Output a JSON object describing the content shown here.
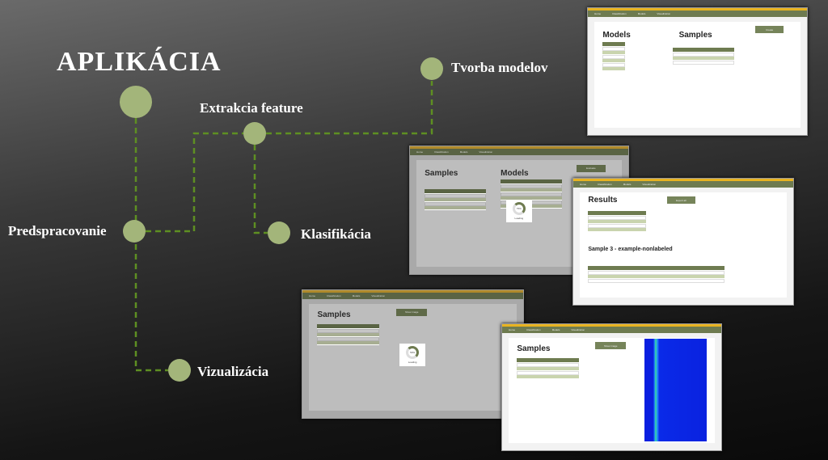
{
  "title": "APLIKÁCIA",
  "nodes": {
    "preprocessing": "Predspracovanie",
    "feature_extraction": "Extrakcia feature",
    "model_creation": "Tvorba modelov",
    "classification": "Klasifikácia",
    "visualization": "Vizualizácia"
  },
  "colors": {
    "node": "#a3b57a",
    "line": "#5e8f22",
    "appbar": "#6e7b50",
    "accent": "#e8b320"
  },
  "app_nav": [
    "Home",
    "Classification",
    "Models",
    "Visualization"
  ],
  "windows": [
    {
      "id": "w1",
      "headings": [
        "Models",
        "Samples"
      ],
      "button": "Create"
    },
    {
      "id": "w2",
      "headings": [
        "Samples",
        "Models"
      ],
      "button": "Evaluate",
      "spinner": "75%",
      "spinner_label": "Loading"
    },
    {
      "id": "w3",
      "headings": [
        "Results",
        "Sample 3 - example-nonlabeled"
      ],
      "button": "Export all"
    },
    {
      "id": "w4",
      "headings": [
        "Samples"
      ],
      "button": "Show image",
      "spinner": "50%",
      "spinner_label": "Loading"
    },
    {
      "id": "w5",
      "headings": [
        "Samples"
      ],
      "button": "Show image"
    }
  ]
}
